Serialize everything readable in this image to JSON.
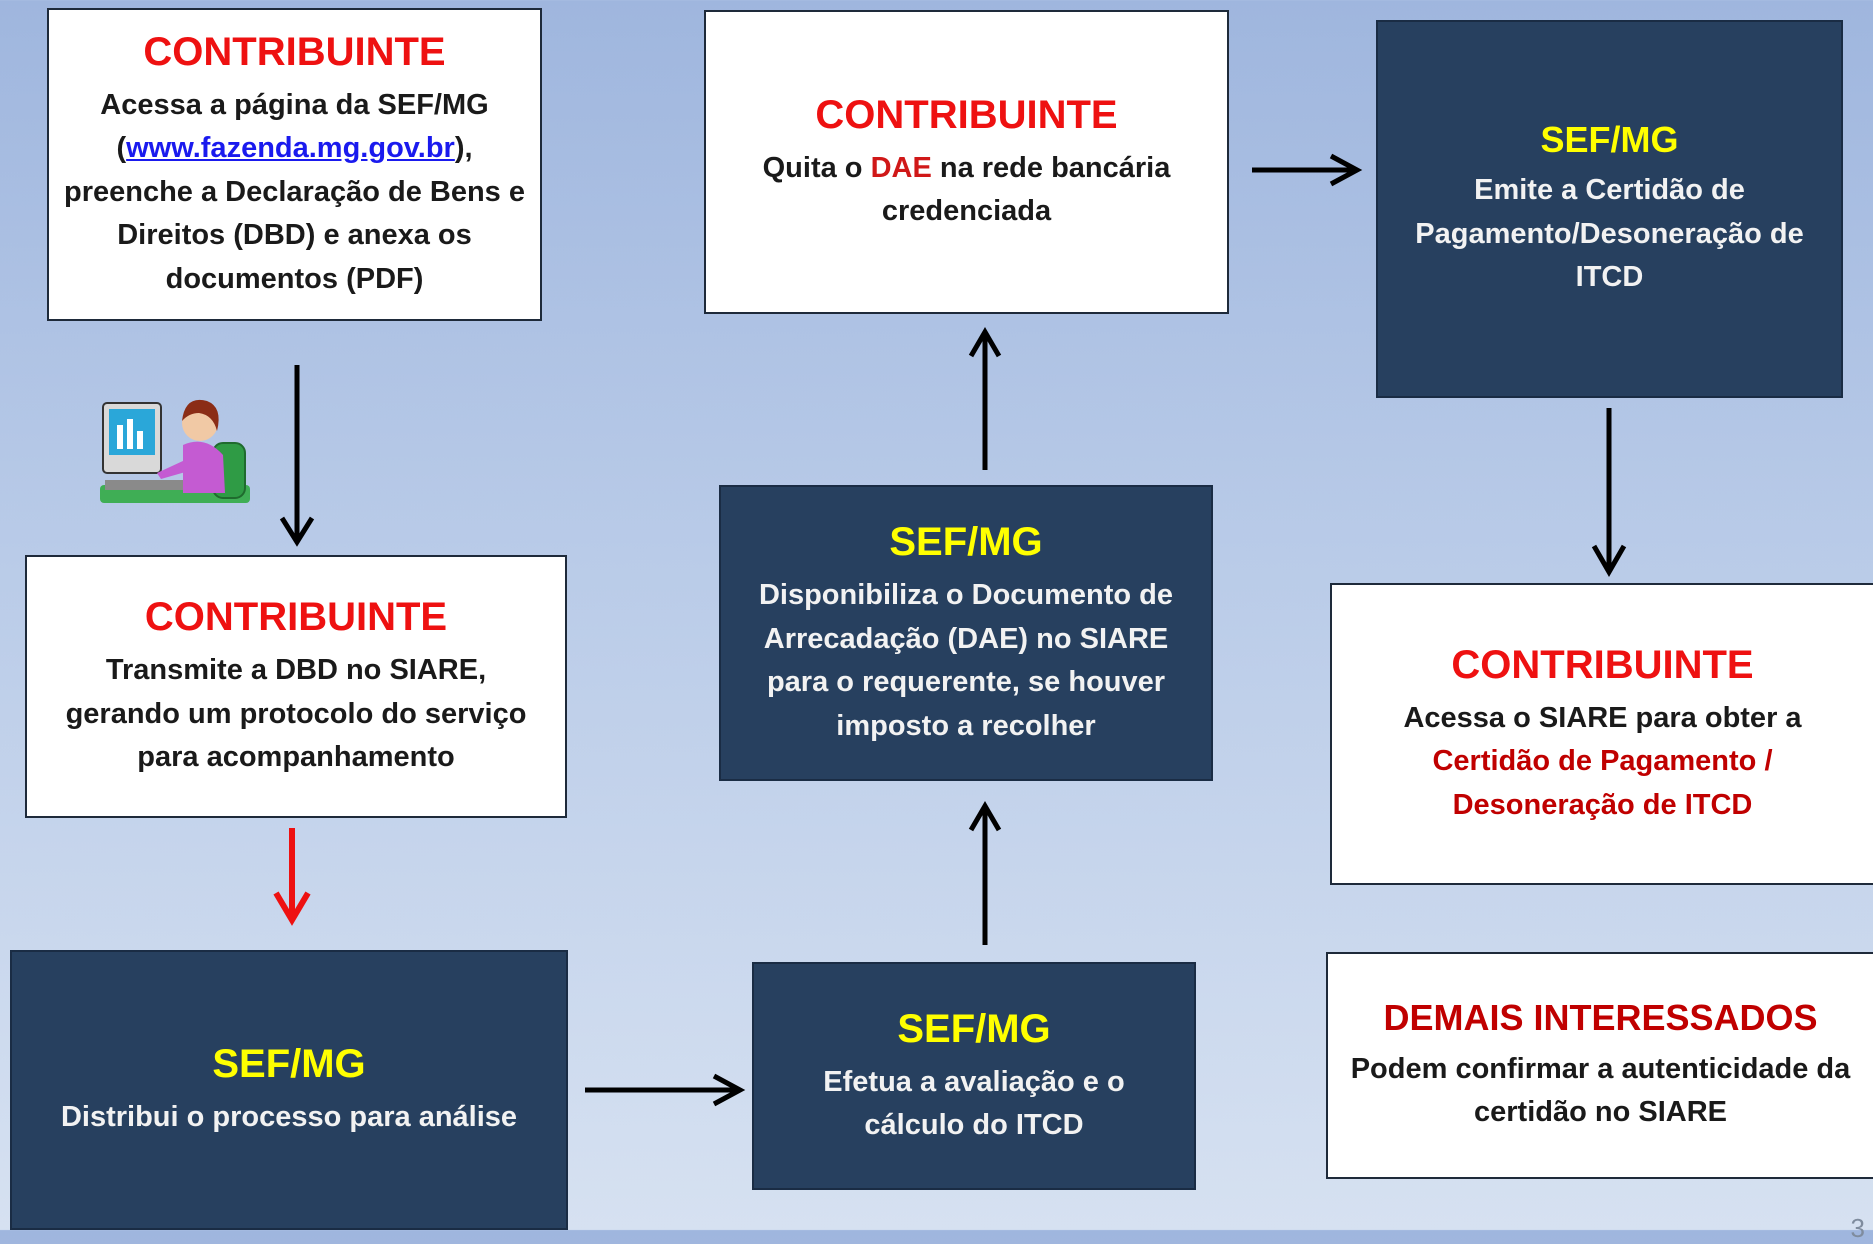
{
  "boxes": {
    "b1": {
      "title": "CONTRIBUINTE",
      "text_a": "Acessa a página da SEF/MG (",
      "link": "www.fazenda.mg.gov.br",
      "text_b": "), preenche a Declaração de Bens e Direitos (DBD) e anexa os documentos (PDF)"
    },
    "b2": {
      "title": "CONTRIBUINTE",
      "text": "Transmite a DBD no SIARE, gerando um protocolo do serviço para acompanhamento"
    },
    "b3": {
      "title": "SEF/MG",
      "text": "Distribui o processo para análise"
    },
    "b4": {
      "title": "SEF/MG",
      "text": "Efetua a avaliação e o cálculo do ITCD"
    },
    "b5": {
      "title": "SEF/MG",
      "text": "Disponibiliza o Documento de Arrecadação  (DAE)  no SIARE  para o requerente, se houver imposto a recolher"
    },
    "b6": {
      "title": "CONTRIBUINTE",
      "text_a": "Quita o ",
      "highlight": "DAE",
      "text_b": " na rede bancária credenciada"
    },
    "b7": {
      "title": "SEF/MG",
      "text": "Emite a Certidão de Pagamento/Desoneração de ITCD"
    },
    "b8": {
      "title": "CONTRIBUINTE",
      "text_a": "Acessa o SIARE para obter a ",
      "highlight": "Certidão de Pagamento / Desoneração de ITCD"
    },
    "b9": {
      "title": "DEMAIS INTERESSADOS",
      "text": "Podem confirmar a autenticidade da certidão no SIARE"
    }
  },
  "page_number": "3",
  "colors": {
    "dark_box": "#27405f",
    "title_red": "#ee1111",
    "title_yellow": "#ffff00",
    "highlight_red": "#c00000",
    "arrow_red": "#ee1111",
    "arrow_black": "#000000"
  },
  "icons": [
    "person-at-computer-icon"
  ]
}
